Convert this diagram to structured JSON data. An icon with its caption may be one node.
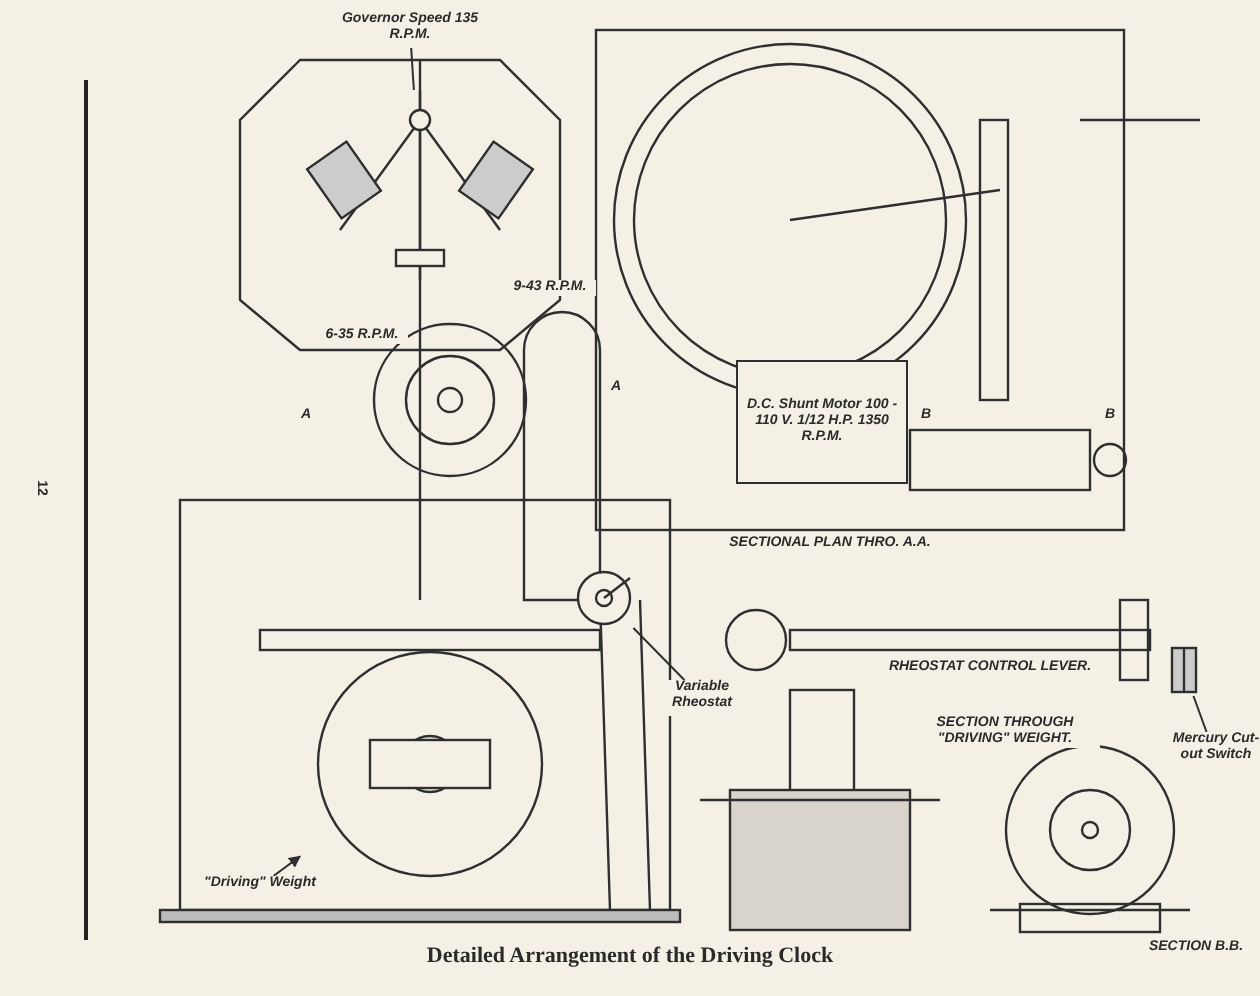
{
  "diagram": {
    "caption": "Detailed Arrangement of the Driving Clock",
    "nodes": [
      {
        "text": [
          "Governor Speed 135 R.P.M."
        ]
      },
      {
        "text": [],
        "shape": "picture"
      },
      {
        "text": [
          "\"Driving\" Weight"
        ]
      },
      {
        "text": [],
        "shape": "picture"
      },
      {
        "text": [
          "Variable Rheostat"
        ]
      },
      {
        "text": [],
        "shape": "picture"
      },
      {
        "text": [
          "Mercury Cut-out Switch"
        ]
      },
      {
        "text": [],
        "shape": "picture"
      },
      {
        "text": [
          "D.C. Shunt Motor 100 - 110 V. 1/12 H.P. 1350 R.P.M."
        ]
      }
    ],
    "edges": [
      {
        "from": 0,
        "to": 1,
        "arrow": "none"
      },
      {
        "from": 2,
        "to": 3,
        "arrow": "to"
      },
      {
        "from": 4,
        "to": 5,
        "arrow": "none"
      },
      {
        "from": 6,
        "to": 7,
        "arrow": "none"
      }
    ],
    "labels": [
      "9-43 R.P.M.",
      "A",
      "6-35 R.P.M.",
      "A",
      "B",
      "B",
      "SECTIONAL PLAN THRO. A.A.",
      "RHEOSTAT CONTROL LEVER.",
      "SECTION THROUGH \"DRIVING\" WEIGHT.",
      "SECTION B.B.",
      "12"
    ]
  }
}
